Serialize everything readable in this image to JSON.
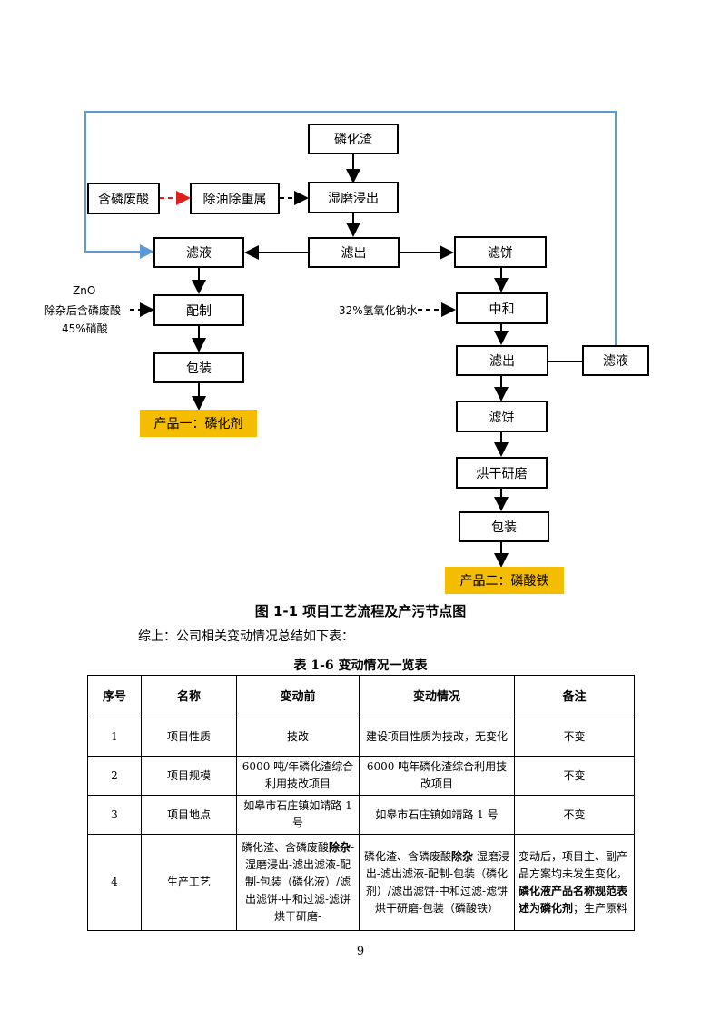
{
  "flowchart": {
    "nodes": {
      "phosphide_slag": "磷化渣",
      "phosphorus_waste_acid": "含磷废酸",
      "oil_metal_removal": "除油除重属",
      "wet_grinding_leach": "湿磨浸出",
      "filtrate_left": "滤液",
      "filter_out_top": "滤出",
      "filter_cake_top": "滤饼",
      "prepare": "配制",
      "neutralize": "中和",
      "package_left": "包装",
      "filter_out_mid": "滤出",
      "filtrate_right": "滤液",
      "filter_cake_mid": "滤饼",
      "dry_grind": "烘干研磨",
      "package_right": "包装"
    },
    "products": {
      "product_one": "产品一：磷化剂",
      "product_two": "产品二：磷酸铁"
    },
    "inputs_left": [
      "ZnO",
      "除杂后含磷废酸",
      "45%硝酸"
    ],
    "input_right": "32%氢氧化钠水",
    "colors": {
      "product_fill": "#f5bd00",
      "recycle_line": "#5b9bd5",
      "dashed_red": "#e02020"
    }
  },
  "figure_caption": "图 1-1    项目工艺流程及产污节点图",
  "summary_text": "综上：公司相关变动情况总结如下表：",
  "table_caption": "表 1-6  变动情况一览表",
  "table": {
    "headers": [
      "序号",
      "名称",
      "变动前",
      "变动情况",
      "备注"
    ],
    "rows": [
      {
        "no": "1",
        "name": "项目性质",
        "before": "技改",
        "change": "建设项目性质为技改，无变化",
        "note": "不变"
      },
      {
        "no": "2",
        "name": "项目规模",
        "before": "6000 吨/年磷化渣综合利用技改项目",
        "change": "6000 吨年磷化渣综合利用技改项目",
        "note": "不变"
      },
      {
        "no": "3",
        "name": "项目地点",
        "before": "如皋市石庄镇如靖路 1 号",
        "change": "如皋市石庄镇如靖路 1 号",
        "note": "不变"
      },
      {
        "no": "4",
        "name": "生产工艺",
        "before_a": "磷化渣、含磷废酸",
        "before_bold": "除杂",
        "before_b": "-湿磨浸出-滤出滤液-配制-包装（磷化液）/滤出滤饼-中和过滤-滤饼烘干研磨-",
        "change_a": "磷化渣、含磷废酸",
        "change_bold": "除杂",
        "change_b": "-湿磨浸出-滤出滤液-配制-包装（磷化剂）/滤出滤饼-中和过滤-滤饼烘干研磨-包装（磷酸铁）",
        "note_a": "变动后，项目主、副产品方案均未发生变化，",
        "note_bold": "磷化液产品名称规范表述为磷化剂",
        "note_b": "；生产原料"
      }
    ]
  },
  "page_number": "9"
}
